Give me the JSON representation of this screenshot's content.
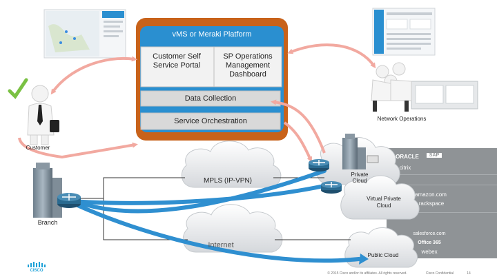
{
  "platform": {
    "title": "vMS or Meraki Platform",
    "customer_portal": "Customer Self Service Portal",
    "sp_dashboard": "SP Operations Management Dashboard",
    "data_collection": "Data Collection",
    "service_orchestration": "Service Orchestration"
  },
  "actors": {
    "customer": "Customer",
    "network_operations": "Network Operations",
    "branch": "Branch"
  },
  "networks": {
    "mpls": "MPLS (IP-VPN)",
    "internet": "Internet",
    "private_cloud": "Private Cloud",
    "virtual_private_cloud": "Virtual Private Cloud",
    "public_cloud": "Public Cloud"
  },
  "vendors": {
    "oracle": "ORACLE",
    "sap": "SAP",
    "citrix": "citrix",
    "amazon": "amazon.com",
    "rackspace": "rackspace",
    "salesforce": "salesforce.com",
    "office365": "Office 365",
    "webex": "webex"
  },
  "footer": {
    "copyright": "© 2015 Cisco and/or its affiliates. All rights reserved.",
    "confidential": "Cisco Confidential",
    "page": "14",
    "brand": "CISCO"
  },
  "colors": {
    "platform_frame": "#c8621a",
    "platform_fill": "#2a8fd0",
    "arrow_pink": "#f2a9a0",
    "wan_blue": "#2f8fd0",
    "vendor_band": "#8f9396"
  }
}
